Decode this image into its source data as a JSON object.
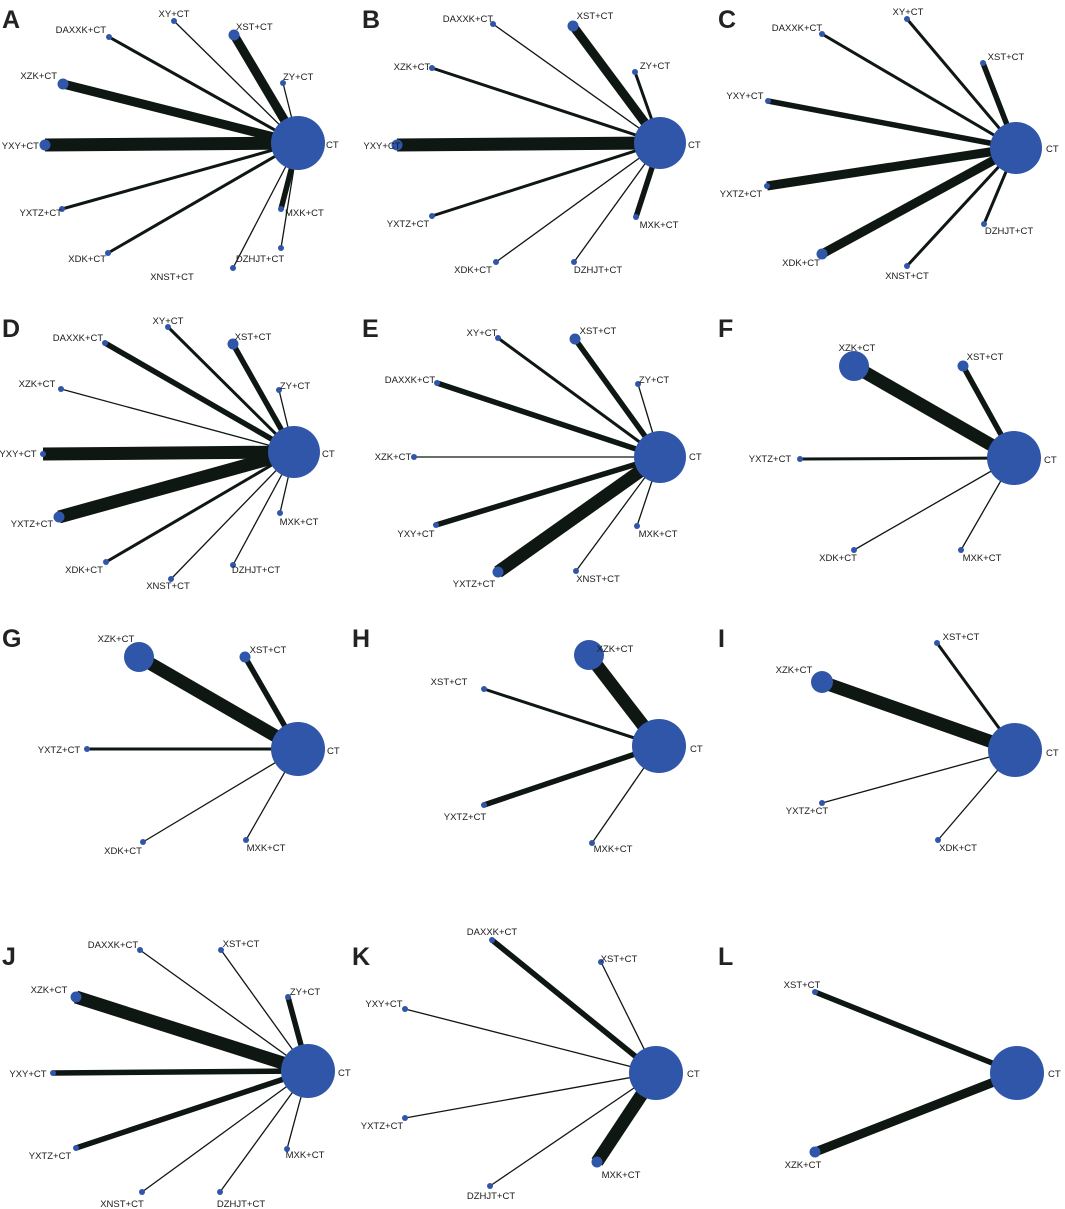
{
  "colors": {
    "node": "#2f56a8",
    "edge": "#0f1712",
    "text": "#1a1a1a"
  },
  "panels": [
    {
      "letter": "A",
      "center": {
        "label": "CT",
        "size": 5
      },
      "nodes": [
        {
          "label": "DAXXK+CT",
          "size": 1,
          "edge": 2
        },
        {
          "label": "XY+CT",
          "size": 1,
          "edge": 1
        },
        {
          "label": "XST+CT",
          "size": 2,
          "edge": 4
        },
        {
          "label": "XZK+CT",
          "size": 2,
          "edge": 4
        },
        {
          "label": "ZY+CT",
          "size": 1,
          "edge": 1
        },
        {
          "label": "YXY+CT",
          "size": 2,
          "edge": 5
        },
        {
          "label": "YXTZ+CT",
          "size": 1,
          "edge": 2
        },
        {
          "label": "MXK+CT",
          "size": 1,
          "edge": 3
        },
        {
          "label": "XDK+CT",
          "size": 1,
          "edge": 2
        },
        {
          "label": "XNST+CT",
          "size": 1,
          "edge": 1
        },
        {
          "label": "DZHJT+CT",
          "size": 1,
          "edge": 1
        }
      ]
    },
    {
      "letter": "B",
      "center": {
        "label": "CT",
        "size": 5
      },
      "nodes": [
        {
          "label": "DAXXK+CT",
          "size": 1,
          "edge": 1
        },
        {
          "label": "XST+CT",
          "size": 2,
          "edge": 4
        },
        {
          "label": "XZK+CT",
          "size": 1,
          "edge": 2
        },
        {
          "label": "ZY+CT",
          "size": 1,
          "edge": 2
        },
        {
          "label": "YXY+CT",
          "size": 2,
          "edge": 5
        },
        {
          "label": "YXTZ+CT",
          "size": 1,
          "edge": 2
        },
        {
          "label": "MXK+CT",
          "size": 1,
          "edge": 3
        },
        {
          "label": "XDK+CT",
          "size": 1,
          "edge": 1
        },
        {
          "label": "DZHJT+CT",
          "size": 1,
          "edge": 1
        }
      ]
    },
    {
      "letter": "C",
      "center": {
        "label": "CT",
        "size": 5
      },
      "nodes": [
        {
          "label": "DAXXK+CT",
          "size": 1,
          "edge": 2
        },
        {
          "label": "XY+CT",
          "size": 1,
          "edge": 2
        },
        {
          "label": "XST+CT",
          "size": 1,
          "edge": 3
        },
        {
          "label": "YXY+CT",
          "size": 1,
          "edge": 3
        },
        {
          "label": "YXTZ+CT",
          "size": 1,
          "edge": 4
        },
        {
          "label": "DZHJT+CT",
          "size": 1,
          "edge": 2
        },
        {
          "label": "XDK+CT",
          "size": 2,
          "edge": 4
        },
        {
          "label": "XNST+CT",
          "size": 1,
          "edge": 2
        }
      ]
    },
    {
      "letter": "D",
      "center": {
        "label": "CT",
        "size": 5
      },
      "nodes": [
        {
          "label": "DAXXK+CT",
          "size": 1,
          "edge": 3
        },
        {
          "label": "XY+CT",
          "size": 1,
          "edge": 2
        },
        {
          "label": "XST+CT",
          "size": 2,
          "edge": 3
        },
        {
          "label": "ZY+CT",
          "size": 1,
          "edge": 1
        },
        {
          "label": "XZK+CT",
          "size": 1,
          "edge": 1
        },
        {
          "label": "YXY+CT",
          "size": 1,
          "edge": 5
        },
        {
          "label": "YXTZ+CT",
          "size": 2,
          "edge": 5
        },
        {
          "label": "MXK+CT",
          "size": 1,
          "edge": 1
        },
        {
          "label": "XDK+CT",
          "size": 1,
          "edge": 2
        },
        {
          "label": "XNST+CT",
          "size": 1,
          "edge": 1
        },
        {
          "label": "DZHJT+CT",
          "size": 1,
          "edge": 1
        }
      ]
    },
    {
      "letter": "E",
      "center": {
        "label": "CT",
        "size": 5
      },
      "nodes": [
        {
          "label": "XY+CT",
          "size": 1,
          "edge": 2
        },
        {
          "label": "XST+CT",
          "size": 2,
          "edge": 3
        },
        {
          "label": "DAXXK+CT",
          "size": 1,
          "edge": 3
        },
        {
          "label": "ZY+CT",
          "size": 1,
          "edge": 1
        },
        {
          "label": "XZK+CT",
          "size": 1,
          "edge": 1
        },
        {
          "label": "YXY+CT",
          "size": 1,
          "edge": 3
        },
        {
          "label": "MXK+CT",
          "size": 1,
          "edge": 1
        },
        {
          "label": "YXTZ+CT",
          "size": 2,
          "edge": 5
        },
        {
          "label": "XNST+CT",
          "size": 1,
          "edge": 1
        }
      ]
    },
    {
      "letter": "F",
      "center": {
        "label": "CT",
        "size": 5
      },
      "nodes": [
        {
          "label": "XZK+CT",
          "size": 4,
          "edge": 5
        },
        {
          "label": "XST+CT",
          "size": 2,
          "edge": 3
        },
        {
          "label": "YXTZ+CT",
          "size": 1,
          "edge": 2
        },
        {
          "label": "XDK+CT",
          "size": 1,
          "edge": 1
        },
        {
          "label": "MXK+CT",
          "size": 1,
          "edge": 1
        }
      ]
    },
    {
      "letter": "G",
      "center": {
        "label": "CT",
        "size": 5
      },
      "nodes": [
        {
          "label": "XZK+CT",
          "size": 4,
          "edge": 5
        },
        {
          "label": "XST+CT",
          "size": 2,
          "edge": 3
        },
        {
          "label": "YXTZ+CT",
          "size": 1,
          "edge": 2
        },
        {
          "label": "XDK+CT",
          "size": 1,
          "edge": 1
        },
        {
          "label": "MXK+CT",
          "size": 1,
          "edge": 1
        }
      ]
    },
    {
      "letter": "H",
      "center": {
        "label": "CT",
        "size": 5
      },
      "nodes": [
        {
          "label": "XST+CT",
          "size": 1,
          "edge": 2
        },
        {
          "label": "XZK+CT",
          "size": 4,
          "edge": 5
        },
        {
          "label": "YXTZ+CT",
          "size": 1,
          "edge": 3
        },
        {
          "label": "MXK+CT",
          "size": 1,
          "edge": 1
        }
      ]
    },
    {
      "letter": "I",
      "center": {
        "label": "CT",
        "size": 5
      },
      "nodes": [
        {
          "label": "XST+CT",
          "size": 1,
          "edge": 2
        },
        {
          "label": "XZK+CT",
          "size": 3,
          "edge": 5
        },
        {
          "label": "YXTZ+CT",
          "size": 1,
          "edge": 1
        },
        {
          "label": "XDK+CT",
          "size": 1,
          "edge": 1
        }
      ]
    },
    {
      "letter": "J",
      "center": {
        "label": "CT",
        "size": 5
      },
      "nodes": [
        {
          "label": "DAXXK+CT",
          "size": 1,
          "edge": 1
        },
        {
          "label": "XST+CT",
          "size": 1,
          "edge": 1
        },
        {
          "label": "XZK+CT",
          "size": 2,
          "edge": 5
        },
        {
          "label": "ZY+CT",
          "size": 1,
          "edge": 3
        },
        {
          "label": "YXY+CT",
          "size": 1,
          "edge": 3
        },
        {
          "label": "YXTZ+CT",
          "size": 1,
          "edge": 3
        },
        {
          "label": "MXK+CT",
          "size": 1,
          "edge": 1
        },
        {
          "label": "XNST+CT",
          "size": 1,
          "edge": 1
        },
        {
          "label": "DZHJT+CT",
          "size": 1,
          "edge": 1
        }
      ]
    },
    {
      "letter": "K",
      "center": {
        "label": "CT",
        "size": 5
      },
      "nodes": [
        {
          "label": "DAXXK+CT",
          "size": 1,
          "edge": 3
        },
        {
          "label": "XST+CT",
          "size": 1,
          "edge": 1
        },
        {
          "label": "YXY+CT",
          "size": 1,
          "edge": 1
        },
        {
          "label": "YXTZ+CT",
          "size": 1,
          "edge": 1
        },
        {
          "label": "MXK+CT",
          "size": 2,
          "edge": 5
        },
        {
          "label": "DZHJT+CT",
          "size": 1,
          "edge": 1
        }
      ]
    },
    {
      "letter": "L",
      "center": {
        "label": "CT",
        "size": 5
      },
      "nodes": [
        {
          "label": "XST+CT",
          "size": 1,
          "edge": 3
        },
        {
          "label": "XZK+CT",
          "size": 2,
          "edge": 4
        }
      ]
    }
  ]
}
